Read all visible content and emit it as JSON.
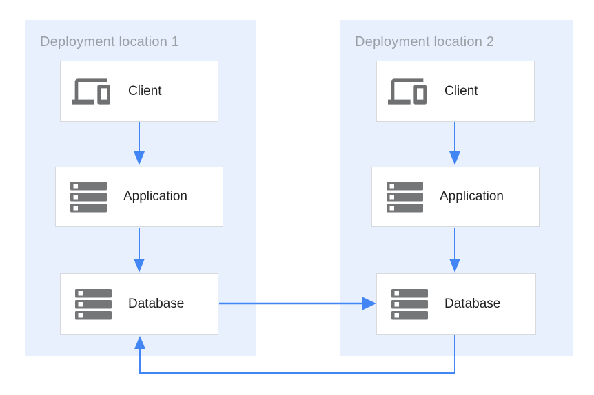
{
  "diagram": {
    "type": "architecture-diagram",
    "groups": [
      {
        "title": "Deployment location 1",
        "nodes": [
          {
            "id": "client-1",
            "label": "Client",
            "icon": "devices-icon"
          },
          {
            "id": "application-1",
            "label": "Application",
            "icon": "server-stack-icon"
          },
          {
            "id": "database-1",
            "label": "Database",
            "icon": "server-stack-icon"
          }
        ]
      },
      {
        "title": "Deployment location 2",
        "nodes": [
          {
            "id": "client-2",
            "label": "Client",
            "icon": "devices-icon"
          },
          {
            "id": "application-2",
            "label": "Application",
            "icon": "server-stack-icon"
          },
          {
            "id": "database-2",
            "label": "Database",
            "icon": "server-stack-icon"
          }
        ]
      }
    ],
    "edges": [
      {
        "from": "client-1",
        "to": "application-1",
        "style": "arrow-down"
      },
      {
        "from": "application-1",
        "to": "database-1",
        "style": "arrow-down"
      },
      {
        "from": "client-2",
        "to": "application-2",
        "style": "arrow-down"
      },
      {
        "from": "application-2",
        "to": "database-2",
        "style": "arrow-down"
      },
      {
        "from": "database-1",
        "to": "database-2",
        "style": "arrow-right"
      },
      {
        "from": "database-2",
        "to": "database-1",
        "style": "arrow-return-bottom"
      }
    ],
    "colors": {
      "group_background": "#e8f0fe",
      "group_title": "#9aa0a6",
      "node_background": "#ffffff",
      "node_border": "#d7d9dc",
      "node_label": "#212121",
      "icon_gray": "#6e7072",
      "arrow_blue": "#4285f4"
    }
  }
}
